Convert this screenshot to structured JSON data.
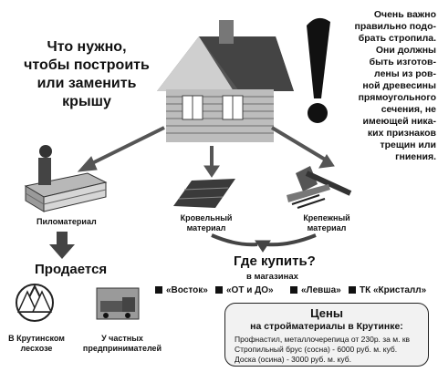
{
  "headline": {
    "line1": "Что нужно,",
    "line2": "чтобы построить",
    "line3": "или заменить",
    "line4": "крышу"
  },
  "warning": {
    "lines": [
      "Очень важно",
      "правильно подо-",
      "брать стропила.",
      "Они должны",
      "быть изготов-",
      "лены из ров-",
      "ной древесины",
      "прямоугольного",
      "сечения, не",
      "имеющей ника-",
      "ких признаков",
      "трещин или",
      "гниения."
    ]
  },
  "materials": {
    "lumber": "Пиломатериал",
    "roofing_line1": "Кровельный",
    "roofing_line2": "материал",
    "fastening_line1": "Крепежный",
    "fastening_line2": "материал"
  },
  "sold": {
    "title": "Продается",
    "source1_line1": "В Крутинском",
    "source1_line2": "лесхозе",
    "source2_line1": "У частных",
    "source2_line2": "предпринимателей"
  },
  "where": {
    "title": "Где купить?",
    "subtitle": "в магазинах",
    "stores": [
      "«Восток»",
      "«ОТ и ДО»",
      "«Левша»",
      "ТК «Кристалл»"
    ]
  },
  "prices": {
    "title": "Цены",
    "subtitle": "на стройматериалы в Крутинке:",
    "lines": [
      "Профнастил, металлочерепица от 230р. за м. кв",
      "Стропильный брус (сосна) - 6000 руб. м. куб.",
      "Доска (осина) - 3000 руб. м. куб."
    ]
  }
}
